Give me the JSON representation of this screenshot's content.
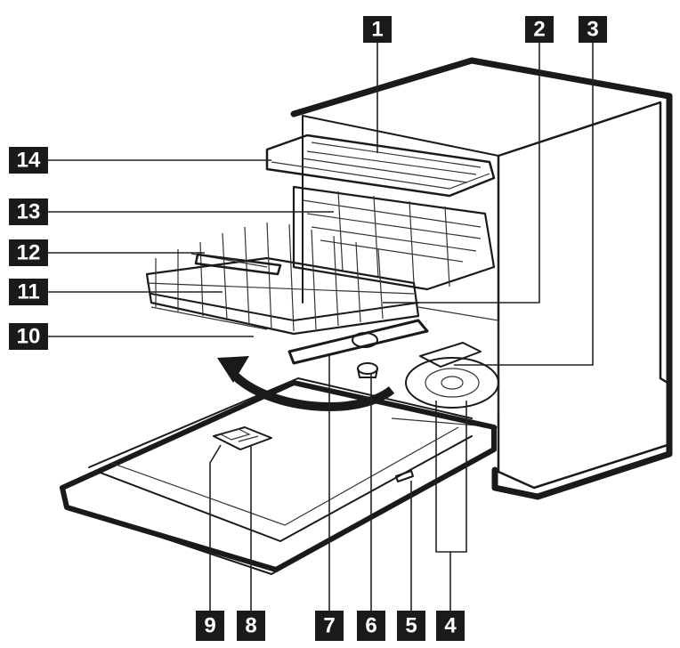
{
  "callouts": [
    {
      "id": "c1",
      "label": "1"
    },
    {
      "id": "c2",
      "label": "2"
    },
    {
      "id": "c3",
      "label": "3"
    },
    {
      "id": "c14",
      "label": "14"
    },
    {
      "id": "c13",
      "label": "13"
    },
    {
      "id": "c12",
      "label": "12"
    },
    {
      "id": "c11",
      "label": "11"
    },
    {
      "id": "c10",
      "label": "10"
    },
    {
      "id": "c9",
      "label": "9"
    },
    {
      "id": "c8",
      "label": "8"
    },
    {
      "id": "c7",
      "label": "7"
    },
    {
      "id": "c6",
      "label": "6"
    },
    {
      "id": "c5",
      "label": "5"
    },
    {
      "id": "c4",
      "label": "4"
    }
  ],
  "colors": {
    "ink": "#1a1a1a",
    "label_bg": "#1a1a1a",
    "label_text": "#ffffff",
    "background": "#ffffff"
  }
}
